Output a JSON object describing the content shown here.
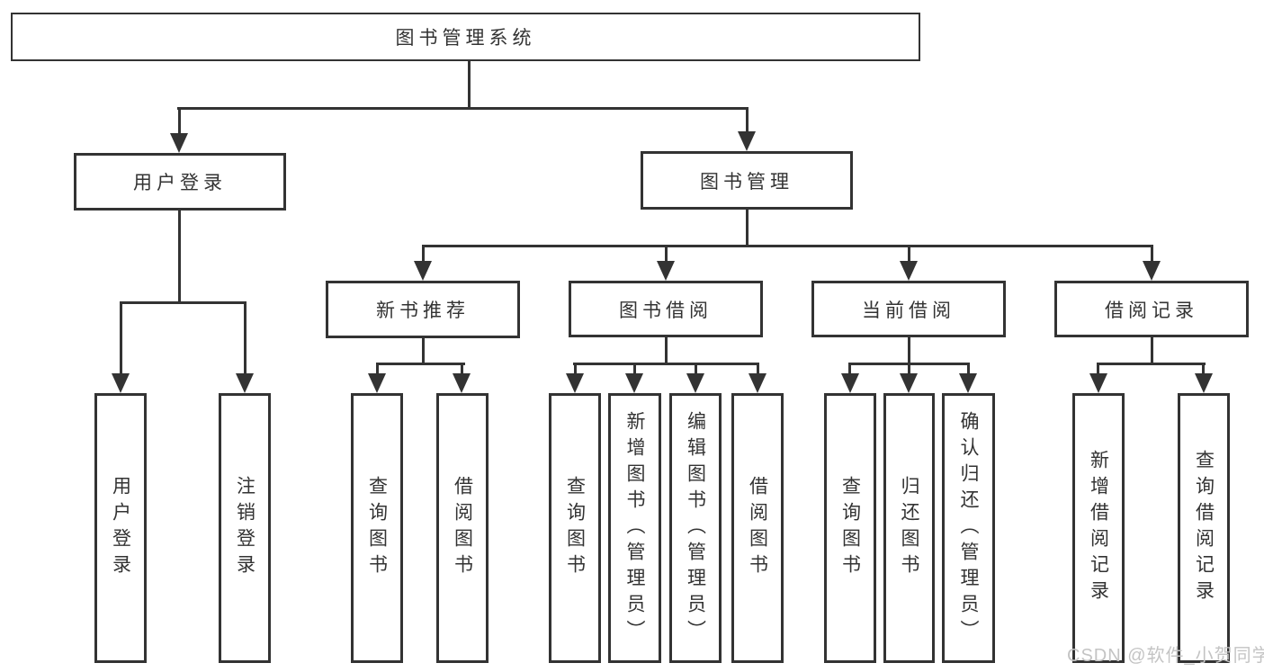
{
  "colors": {
    "line": "#333333",
    "box_background": "#ffffff",
    "watermark": "#c4c4c4"
  },
  "watermark": {
    "text": "CSDN @软件_小贺同学"
  },
  "tree": {
    "label": "图书管理系统",
    "children": [
      {
        "label": "用户登录",
        "children": [
          {
            "label": "用户登录"
          },
          {
            "label": "注销登录"
          }
        ]
      },
      {
        "label": "图书管理",
        "children": [
          {
            "label": "新书推荐",
            "children": [
              {
                "label": "查询图书"
              },
              {
                "label": "借阅图书"
              }
            ]
          },
          {
            "label": "图书借阅",
            "children": [
              {
                "label": "查询图书"
              },
              {
                "label": "新增图书（管理员）"
              },
              {
                "label": "编辑图书（管理员）"
              },
              {
                "label": "借阅图书"
              }
            ]
          },
          {
            "label": "当前借阅",
            "children": [
              {
                "label": "查询图书"
              },
              {
                "label": "归还图书"
              },
              {
                "label": "确认归还（管理员）"
              }
            ]
          },
          {
            "label": "借阅记录",
            "children": [
              {
                "label": "新增借阅记录"
              },
              {
                "label": "查询借阅记录"
              }
            ]
          }
        ]
      }
    ]
  }
}
